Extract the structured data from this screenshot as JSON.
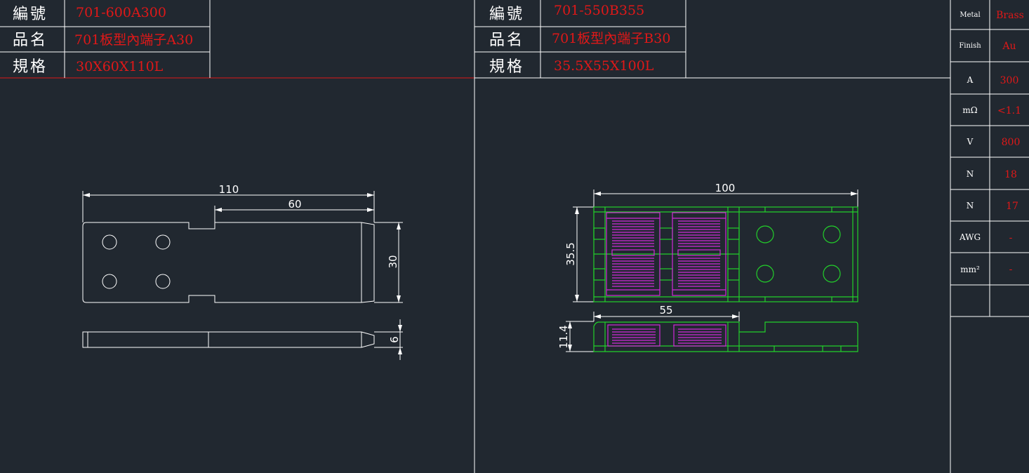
{
  "left_title": {
    "rows": [
      {
        "label": "編號",
        "value": "701-600A300"
      },
      {
        "label": "品名",
        "value": "701板型內端子A30"
      },
      {
        "label": "規格",
        "value": "30X60X110L"
      }
    ]
  },
  "right_title": {
    "rows": [
      {
        "label": "編號",
        "value": "701-550B355"
      },
      {
        "label": "品名",
        "value": "701板型內端子B30"
      },
      {
        "label": "規格",
        "value": "35.5X55X100L"
      }
    ]
  },
  "spec_table": {
    "rows": [
      {
        "label": "Metal",
        "value": "Brass"
      },
      {
        "label": "Finish",
        "value": "Au"
      },
      {
        "label": "A",
        "value": "300"
      },
      {
        "label": "mΩ",
        "value": "<1.1"
      },
      {
        "label": "V",
        "value": "800"
      },
      {
        "label": "N",
        "value": "18"
      },
      {
        "label": "N",
        "value": "17"
      },
      {
        "label": "AWG",
        "value": "-"
      },
      {
        "label": "mm²",
        "value": "-"
      },
      {
        "label": "",
        "value": ""
      }
    ]
  },
  "left_drawing": {
    "dims": {
      "length": "110",
      "step": "60",
      "width": "30",
      "thickness": "6"
    }
  },
  "right_drawing": {
    "dims": {
      "length": "100",
      "width": "35.5",
      "step": "55",
      "thickness": "11.4"
    }
  },
  "colors": {
    "background": "#212830",
    "line": "#ffffff",
    "value_text": "#e01818",
    "frame_green": "#22d02a",
    "insert_magenta": "#d02ad8",
    "separator_red": "#e01818"
  }
}
